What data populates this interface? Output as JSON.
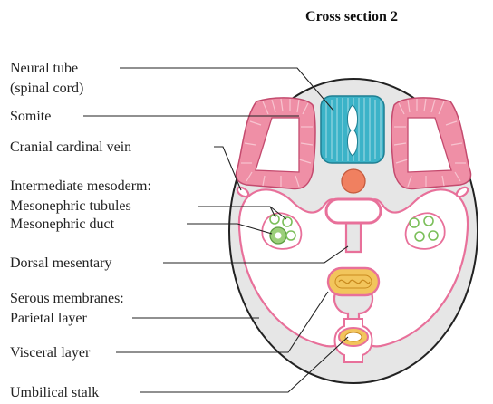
{
  "title": "Cross section 2",
  "labels": {
    "neural_tube_line1": "Neural tube",
    "neural_tube_line2": "(spinal cord)",
    "somite": "Somite",
    "cranial_cardinal_vein": "Cranial cardinal vein",
    "intermediate_mesoderm": "Intermediate mesoderm:",
    "mesonephric_tubules": "Mesonephric tubules",
    "mesonephric_duct": "Mesonephric duct",
    "dorsal_mesentary": "Dorsal mesentary",
    "serous_membranes": "Serous membranes:",
    "parietal_layer": "Parietal layer",
    "visceral_layer": "Visceral layer",
    "umbilical_stalk": "Umbilical stalk"
  },
  "colors": {
    "body_fill": "#e6e6e6",
    "outline": "#222222",
    "neural_tube": "#3bb3c8",
    "neural_tube_light": "#8fd3df",
    "somite": "#ef8fa6",
    "somite_light": "#f7c4d0",
    "membrane": "#e8709a",
    "notochord": "#f08060",
    "mesonephric": "#9ccf7a",
    "gut": "#f2c55c"
  }
}
